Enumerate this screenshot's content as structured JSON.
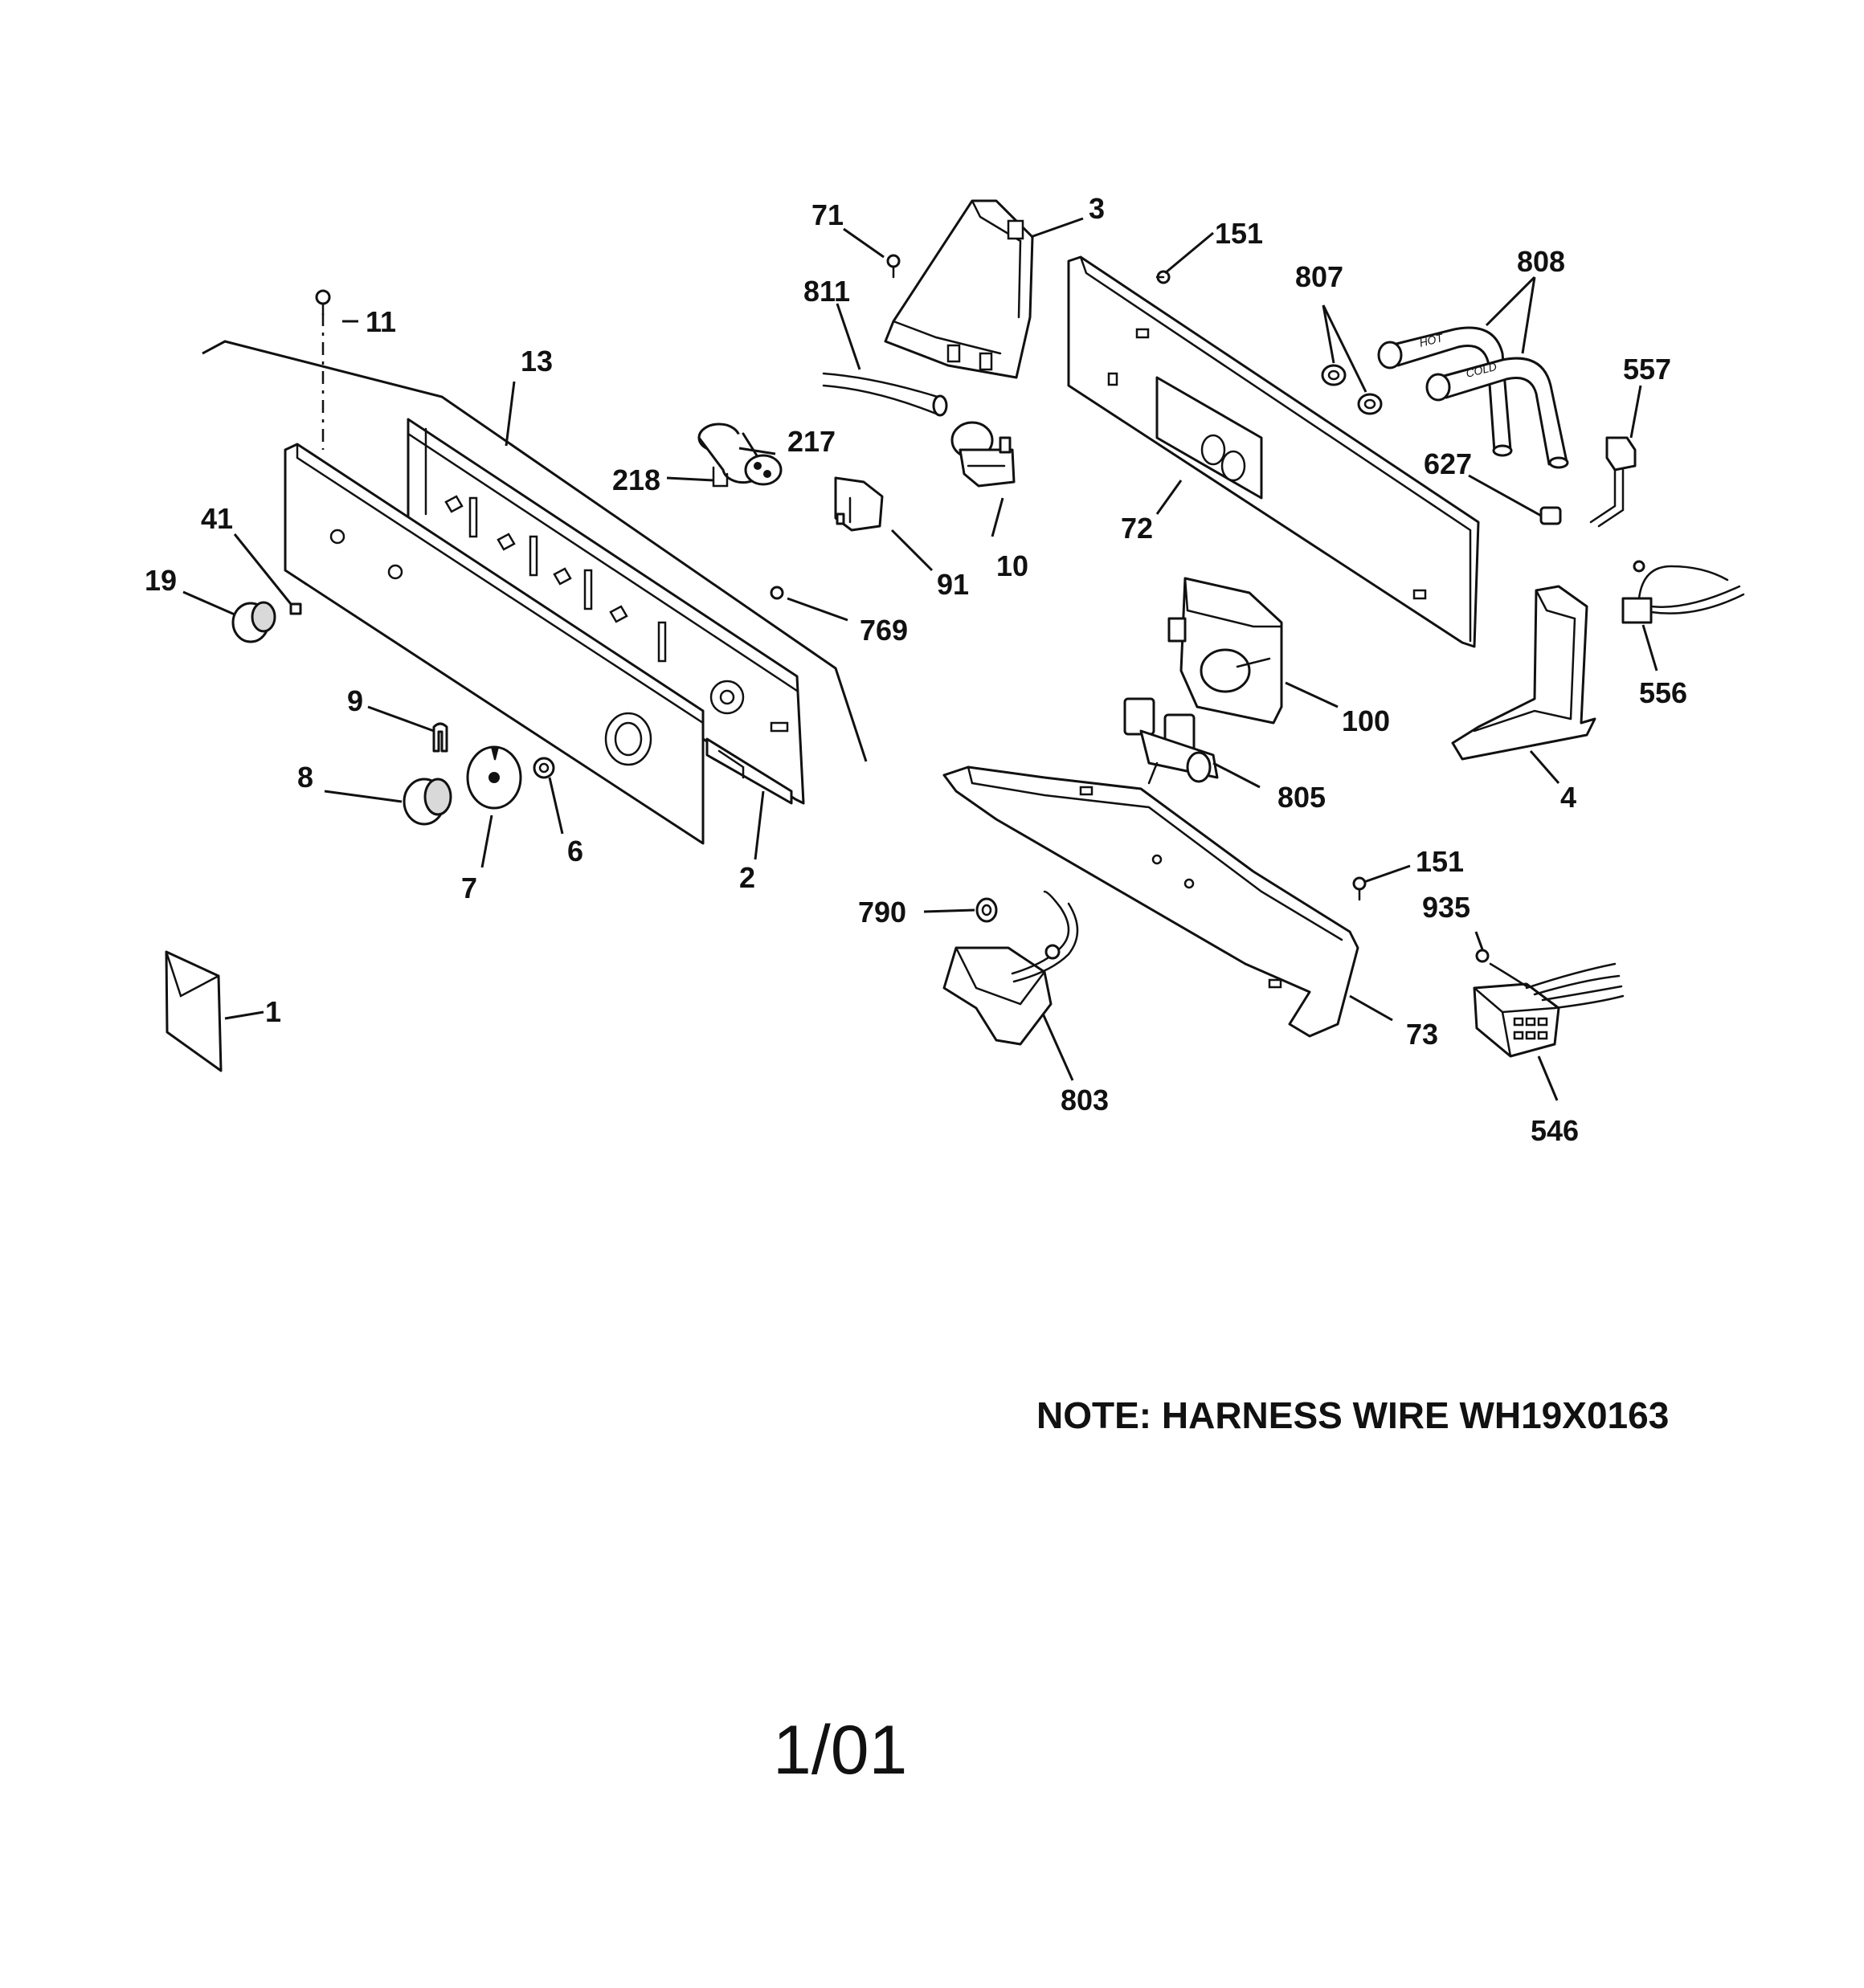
{
  "labels": {
    "p1": "1",
    "p2": "2",
    "p3": "3",
    "p4": "4",
    "p6": "6",
    "p7": "7",
    "p8": "8",
    "p9": "9",
    "p10": "10",
    "p11": "11",
    "p13": "13",
    "p19": "19",
    "p41": "41",
    "p71": "71",
    "p72": "72",
    "p73": "73",
    "p91": "91",
    "p100": "100",
    "p151a": "151",
    "p151b": "151",
    "p217": "217",
    "p218": "218",
    "p546": "546",
    "p556": "556",
    "p557": "557",
    "p627": "627",
    "p769": "769",
    "p790": "790",
    "p803": "803",
    "p805": "805",
    "p807": "807",
    "p808": "808",
    "p811": "811",
    "p935": "935"
  },
  "hose_tags": {
    "hot": "HOT",
    "cold": "COLD"
  },
  "note": "NOTE: HARNESS WIRE WH19X0163",
  "date_code": "1/01"
}
